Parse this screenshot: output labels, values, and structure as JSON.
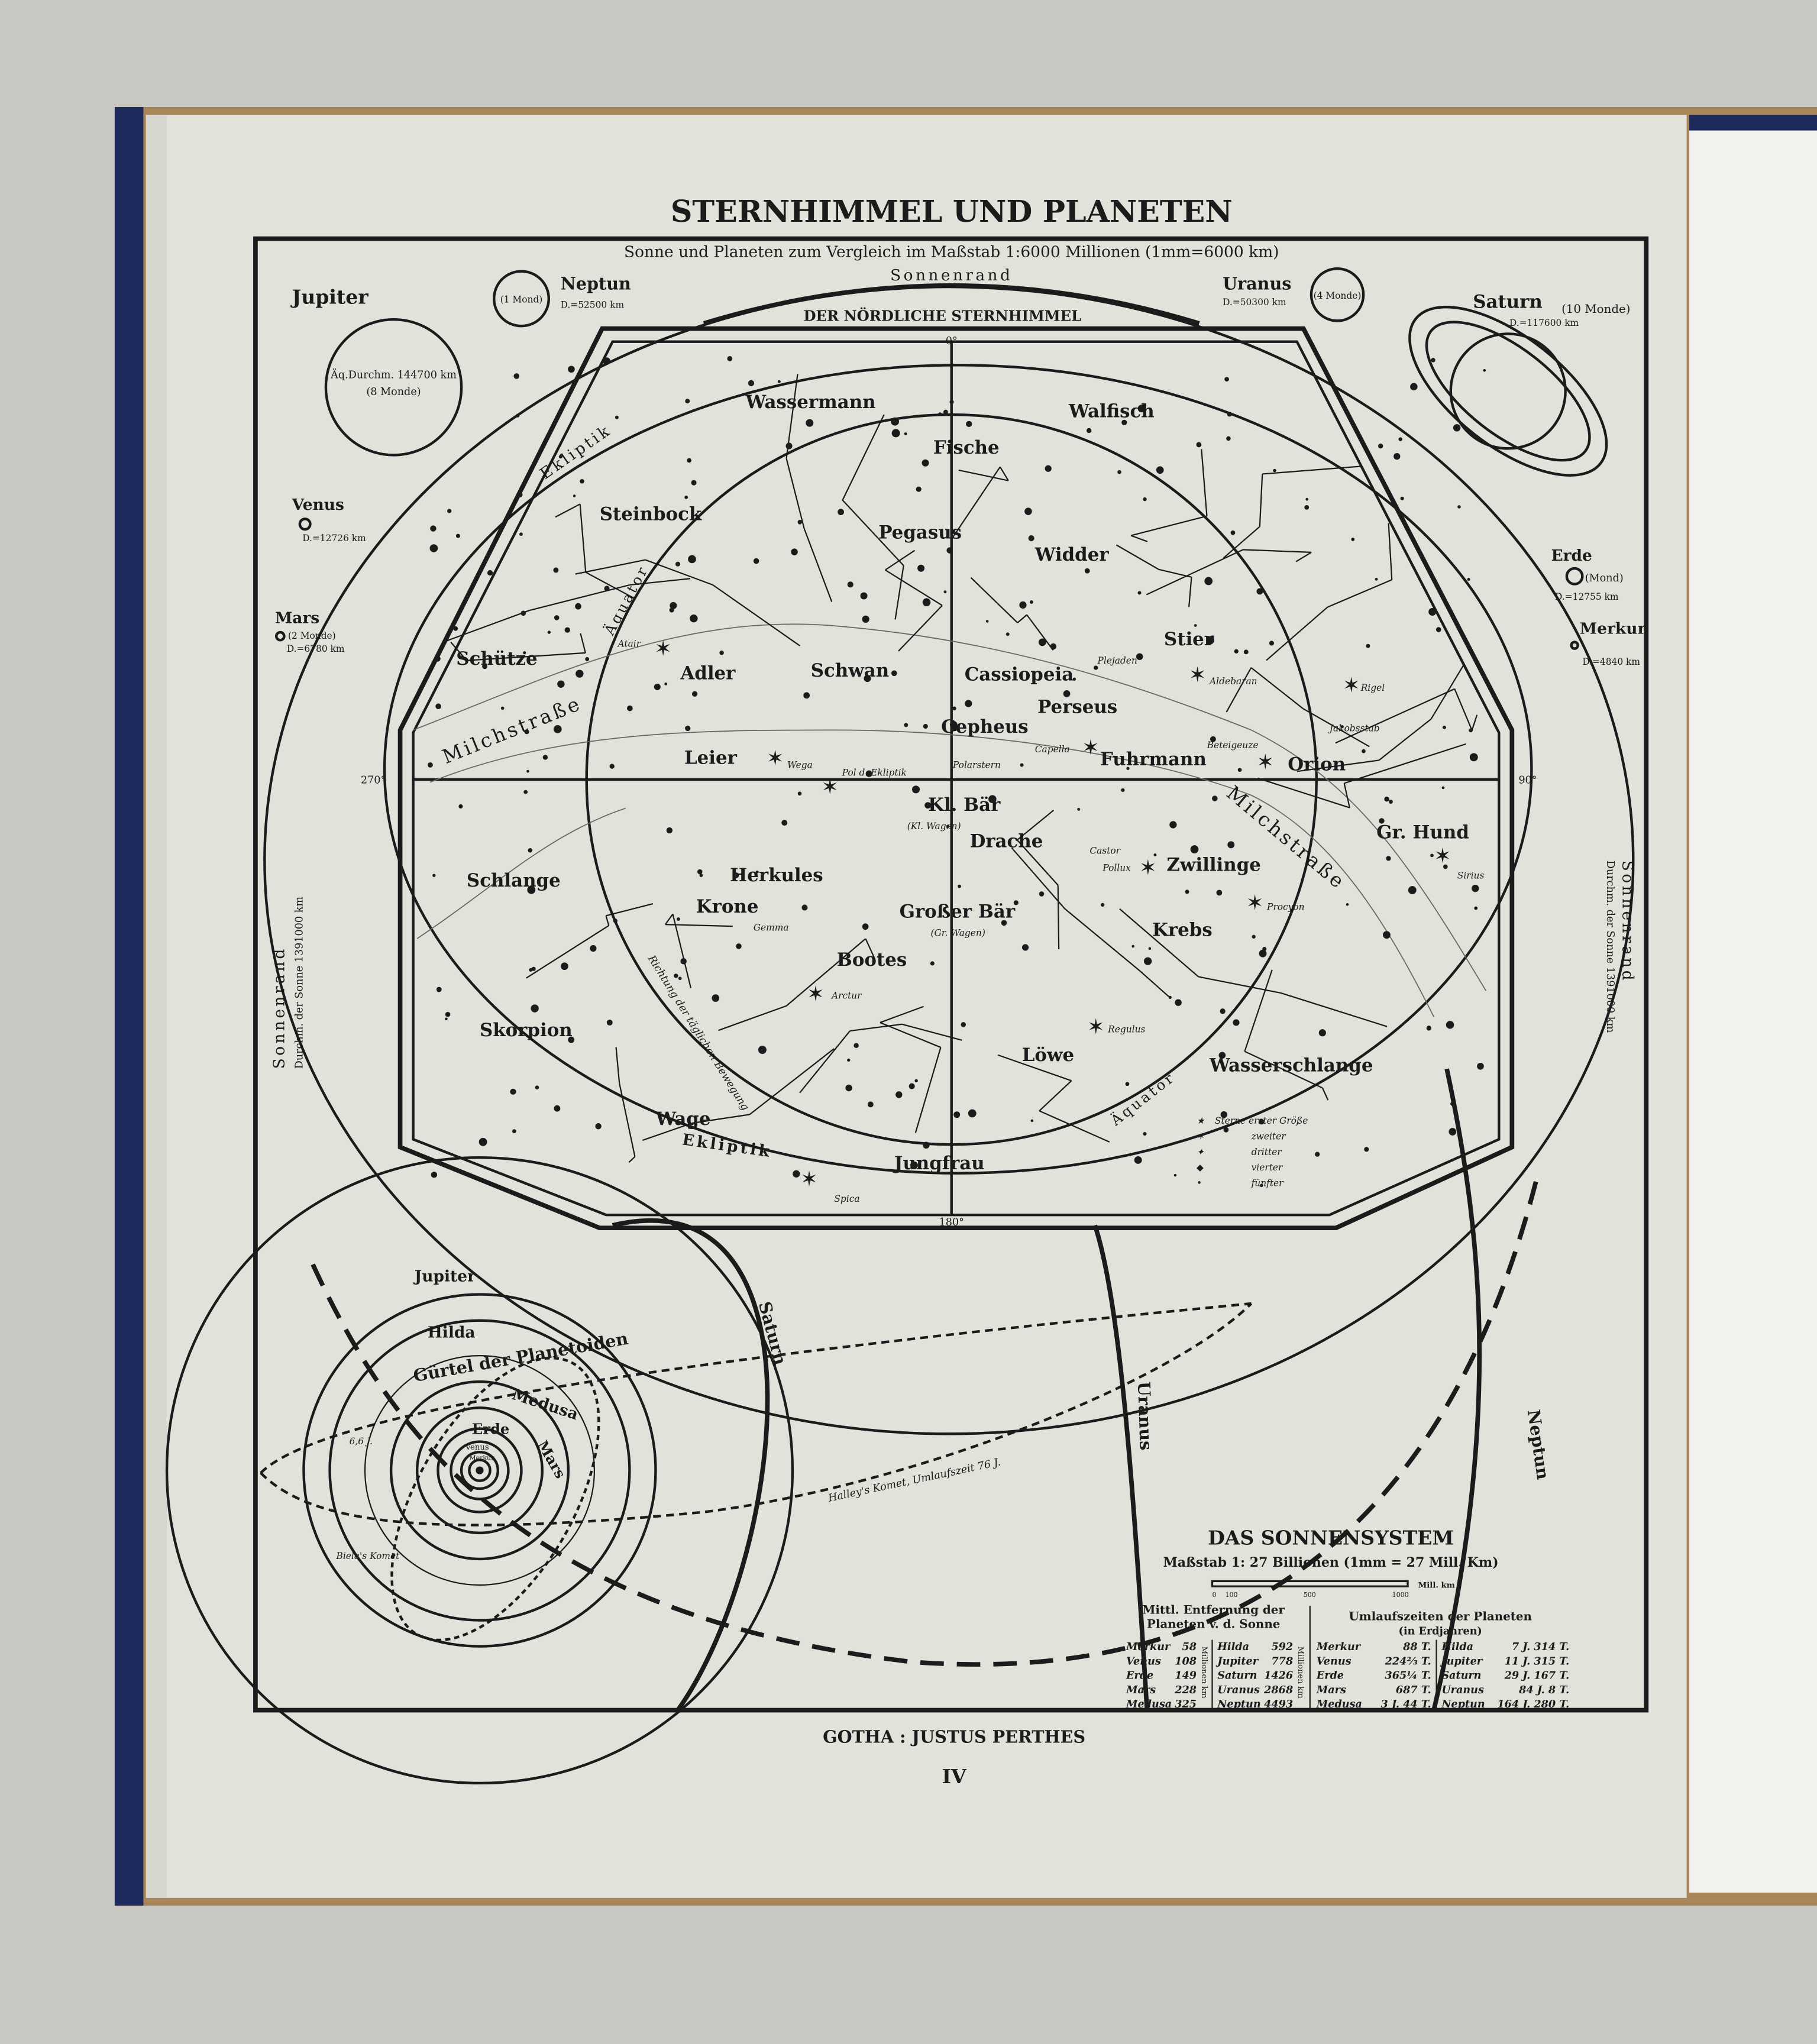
{
  "title": "STERNHIMMEL UND PLANETEN",
  "subtitle": "Sonne und Planeten zum Vergleich im Maßstab 1:6000 Millionen (1mm=6000 km)",
  "sonnenrand_top": "Sonnenrand",
  "sonnenrand_side": "Sonnenrand",
  "sun_diameter": "Durchm. der Sonne 1391000 km",
  "planets": {
    "jupiter": {
      "name": "Jupiter",
      "info": "Äq.Durchm. 144700 km",
      "moons": "(8 Monde)"
    },
    "neptun": {
      "name": "Neptun",
      "info": "D.=52500 km",
      "moons": "(1 Mond)"
    },
    "uranus": {
      "name": "Uranus",
      "info": "D.=50300 km",
      "moons": "(4 Monde)"
    },
    "saturn": {
      "name": "Saturn",
      "info": "D.=117600 km",
      "moons": "(10 Monde)"
    },
    "venus": {
      "name": "Venus",
      "info": "D.=12726 km"
    },
    "mars": {
      "name": "Mars",
      "info": "D.=6780 km",
      "moons": "(2 Monde)"
    },
    "erde": {
      "name": "Erde",
      "info": "D.=12755 km",
      "moons": "(Mond)"
    },
    "merkur": {
      "name": "Merkur",
      "info": "D.=4840 km"
    }
  },
  "star_map": {
    "title": "DER NÖRDLICHE STERNHIMMEL",
    "degrees": [
      "0°",
      "90°",
      "180°",
      "270°"
    ],
    "constellations": [
      "Wassermann",
      "Walfisch",
      "Fische",
      "Steinbock",
      "Pegasus",
      "Widder",
      "Stier",
      "Schütze",
      "Adler",
      "Schwan",
      "Cassiopeia",
      "Perseus",
      "Cepheus",
      "Leier",
      "Fuhrmann",
      "Orion",
      "Kl. Bär",
      "Drache",
      "Gr. Hund",
      "Schlange",
      "Herkules",
      "Zwillinge",
      "Krone",
      "Großer Bär",
      "Krebs",
      "Bootes",
      "Skorpion",
      "Löwe",
      "Wasserschlange",
      "Wage",
      "Jungfrau"
    ],
    "stars": [
      "Atair",
      "Wega",
      "Polarstern",
      "Capella",
      "Aldebaran",
      "Rigel",
      "Jakobsstab",
      "Beteigeuze",
      "Plejaden",
      "Castor",
      "Pollux",
      "Procyon",
      "Sirius",
      "Regulus",
      "Arctur",
      "Gemma",
      "Spica",
      "(Kl. Wagen)",
      "(Gr. Wagen)",
      "Pol d. Ekliptik"
    ],
    "lines": {
      "ekliptik": "Ekliptik",
      "aequator": "Äquator",
      "milchstrasse": "Milchstraße",
      "motion": "Richtung der täglichen Bewegung"
    },
    "legend": [
      "Sterne erster Größe",
      "zweiter",
      "dritter",
      "vierter",
      "fünfter"
    ]
  },
  "solar_system": {
    "title": "DAS SONNENSYSTEM",
    "scale": "Maßstab 1: 27 Billionen (1mm = 27 Mill. Km)",
    "scale_bar": {
      "unit": "Mill. km",
      "ticks": [
        "0",
        "100",
        "500",
        "1000"
      ]
    },
    "orbits": [
      "Jupiter",
      "Hilda",
      "Gürtel der Planetoiden",
      "Medusa",
      "Erde",
      "Mars",
      "Venus",
      "Merkur",
      "Saturn",
      "Uranus",
      "Neptun"
    ],
    "comets": {
      "halley": "Halley's Komet, Umlaufszeit 76 J.",
      "biela": "Biela's Komet",
      "biela_period": "6,6 J."
    },
    "distance_table": {
      "header": "Mittl. Entfernung der Planeten v. d. Sonne",
      "unit": "Millionen km",
      "rows": [
        [
          "Merkur",
          "58",
          "Hilda",
          "592"
        ],
        [
          "Venus",
          "108",
          "Jupiter",
          "778"
        ],
        [
          "Erde",
          "149",
          "Saturn",
          "1426"
        ],
        [
          "Mars",
          "228",
          "Uranus",
          "2868"
        ],
        [
          "Medusa",
          "325",
          "Neptun",
          "4493"
        ]
      ]
    },
    "period_table": {
      "header": "Umlaufszeiten der Planeten",
      "subheader": "(in Erdjahren)",
      "rows": [
        [
          "Merkur",
          "88 T.",
          "Hilda",
          "7 J. 314 T."
        ],
        [
          "Venus",
          "224⅔ T.",
          "Jupiter",
          "11 J. 315 T."
        ],
        [
          "Erde",
          "365¼ T.",
          "Saturn",
          "29 J. 167 T."
        ],
        [
          "Mars",
          "687 T.",
          "Uranus",
          "84 J. 8 T."
        ],
        [
          "Medusa",
          "3 J. 44 T.",
          "Neptun",
          "164 J. 280 T."
        ]
      ]
    }
  },
  "footer": {
    "publisher": "GOTHA : JUSTUS PERTHES",
    "page": "IV"
  },
  "colors": {
    "paper": "#e4e3dc",
    "ink": "#1c1a1a",
    "cover": "#b08a5a",
    "background": "#c8c7c2",
    "cloth": "#1f2a5c"
  }
}
